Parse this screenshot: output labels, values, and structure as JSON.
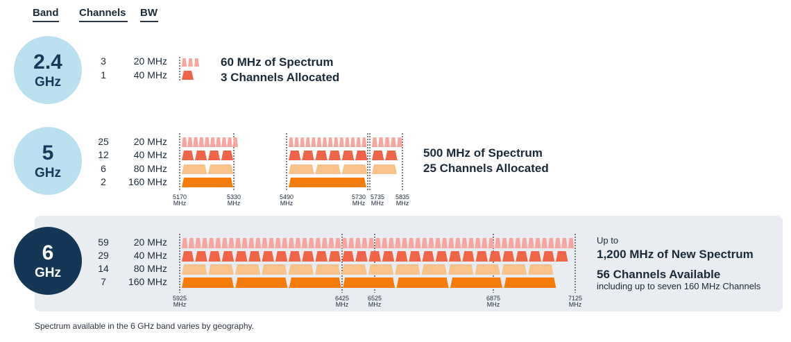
{
  "headers": {
    "band": "Band",
    "channels": "Channels",
    "bw": "BW"
  },
  "colors": {
    "ch20": "#f7a6a0",
    "ch40": "#f06448",
    "ch80": "#f8c28a",
    "ch160": "#f57c0a",
    "light_circle": "#b9e0ef",
    "dark_circle": "#143757",
    "panel": "#e9edf2"
  },
  "bands": [
    {
      "id": "2.4",
      "value": "2.4",
      "unit": "GHz",
      "rows": [
        {
          "channels": "3",
          "bw": "20 MHz"
        },
        {
          "channels": "1",
          "bw": "40 MHz"
        }
      ],
      "summary": [
        "60 MHz of Spectrum",
        "3 Channels Allocated"
      ]
    },
    {
      "id": "5",
      "value": "5",
      "unit": "GHz",
      "rows": [
        {
          "channels": "25",
          "bw": "20 MHz"
        },
        {
          "channels": "12",
          "bw": "40 MHz"
        },
        {
          "channels": "6",
          "bw": "80 MHz"
        },
        {
          "channels": "2",
          "bw": "160 MHz"
        }
      ],
      "summary": [
        "500 MHz of Spectrum",
        "25 Channels Allocated"
      ],
      "freq_labels": [
        "5170",
        "5330",
        "5490",
        "5730",
        "5735",
        "5835"
      ],
      "freq_unit": "MHz"
    },
    {
      "id": "6",
      "value": "6",
      "unit": "GHz",
      "rows": [
        {
          "channels": "59",
          "bw": "20 MHz"
        },
        {
          "channels": "29",
          "bw": "40 MHz"
        },
        {
          "channels": "14",
          "bw": "80 MHz"
        },
        {
          "channels": "7",
          "bw": "160 MHz"
        }
      ],
      "summary_pre": "Up to",
      "summary": [
        "1,200 MHz of New Spectrum",
        "56 Channels Available"
      ],
      "summary_note": "including up to seven 160 MHz Channels",
      "freq_labels": [
        "5925",
        "6425",
        "6525",
        "6875",
        "7125"
      ],
      "freq_unit": "MHz"
    }
  ],
  "footnote": "Spectrum available in the 6 GHz band varies by geography."
}
